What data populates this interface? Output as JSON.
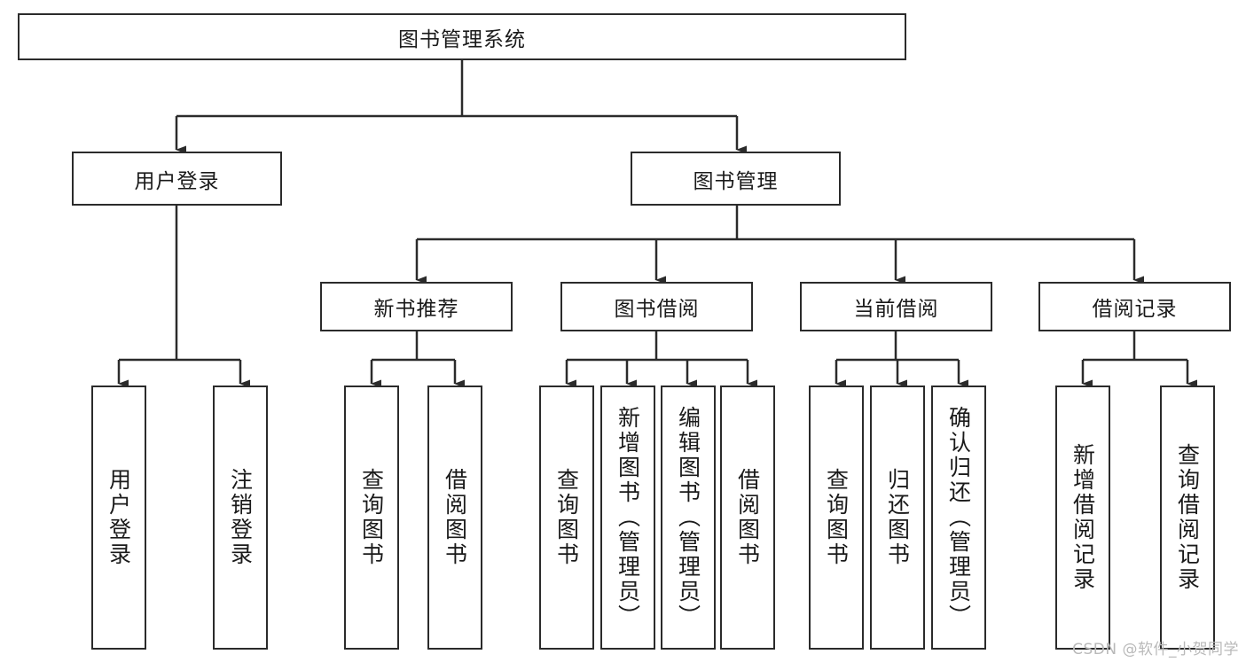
{
  "diagram": {
    "title": "图书管理系统",
    "type": "tree-hierarchy-chart",
    "watermark": "CSDN @软件_小贺同学",
    "colors": {
      "background": "#ffffff",
      "box_border": "#2b2b2b",
      "box_fill": "#ffffff",
      "text": "#1a1a1a",
      "connector": "#2b2b2b",
      "watermark": "#b9b9b9"
    },
    "root": {
      "id": "root",
      "label": "图书管理系统"
    },
    "level2": [
      {
        "id": "user-login",
        "label": "用户登录"
      },
      {
        "id": "book-manage",
        "label": "图书管理"
      }
    ],
    "level3": [
      {
        "id": "new-book-recommend",
        "label": "新书推荐"
      },
      {
        "id": "book-borrow",
        "label": "图书借阅"
      },
      {
        "id": "current-borrow",
        "label": "当前借阅"
      },
      {
        "id": "borrow-record",
        "label": "借阅记录"
      }
    ],
    "leaves": {
      "user-login": [
        {
          "id": "leaf-user-login",
          "label": "用户登录"
        },
        {
          "id": "leaf-logout-login",
          "label": "注销登录"
        }
      ],
      "new-book-recommend": [
        {
          "id": "leaf-query-book-1",
          "label": "查询图书"
        },
        {
          "id": "leaf-borrow-book-1",
          "label": "借阅图书"
        }
      ],
      "book-borrow": [
        {
          "id": "leaf-query-book-2",
          "label": "查询图书"
        },
        {
          "id": "leaf-add-book",
          "label": "新增图书（管理员）"
        },
        {
          "id": "leaf-edit-book",
          "label": "编辑图书（管理员）"
        },
        {
          "id": "leaf-borrow-book-2",
          "label": "借阅图书"
        }
      ],
      "current-borrow": [
        {
          "id": "leaf-query-book-3",
          "label": "查询图书"
        },
        {
          "id": "leaf-return-book",
          "label": "归还图书"
        },
        {
          "id": "leaf-confirm-return",
          "label": "确认归还（管理员）"
        }
      ],
      "borrow-record": [
        {
          "id": "leaf-add-borrow-record",
          "label": "新增借阅记录"
        },
        {
          "id": "leaf-query-borrow-record",
          "label": "查询借阅记录"
        }
      ]
    }
  }
}
